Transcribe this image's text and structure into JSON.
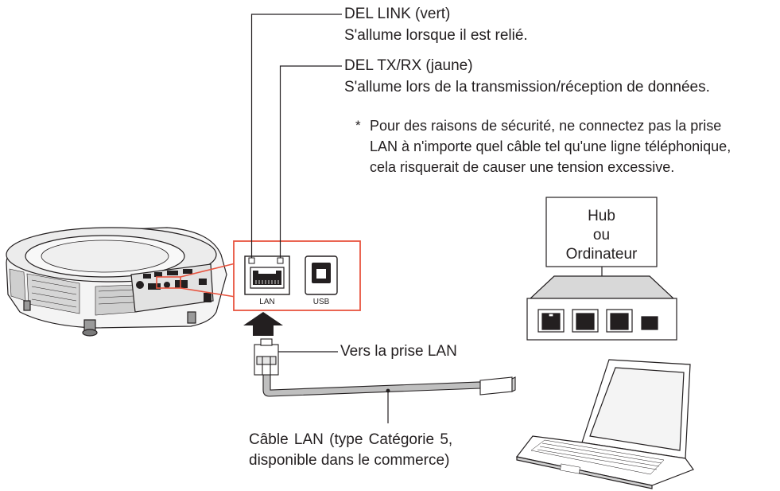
{
  "led_link": {
    "title": "DEL LINK (vert)",
    "desc": "S'allume lorsque il est relié."
  },
  "led_txrx": {
    "title": "DEL TX/RX (jaune)",
    "desc": "S'allume lors de la transmission/réception de données."
  },
  "safety_note": {
    "mark": "*",
    "lines": [
      "Pour des raisons de sécurité, ne connectez pas la prise",
      "LAN à n'importe quel câble tel qu'une ligne téléphonique,",
      "cela risquerait de causer une tension excessive."
    ]
  },
  "hub": {
    "lines": [
      "Hub",
      "ou",
      "Ordinateur"
    ]
  },
  "panel": {
    "lan_label": "LAN",
    "usb_label": "USB"
  },
  "plug_caption": "Vers la prise LAN",
  "cable_caption": {
    "lines": [
      "Câble LAN (type Catégorie 5,",
      "disponible dans le commerce)"
    ]
  },
  "colors": {
    "highlight": "#e8543f",
    "line": "#231f20",
    "hub_fill": "#d8d8d8",
    "cable_fill": "#bfbfbf"
  },
  "icons": [
    "projector-illustration",
    "lan-port-icon",
    "usb-port-icon",
    "insert-arrow-icon",
    "rj45-plug-icon",
    "hub-icon",
    "laptop-icon"
  ]
}
